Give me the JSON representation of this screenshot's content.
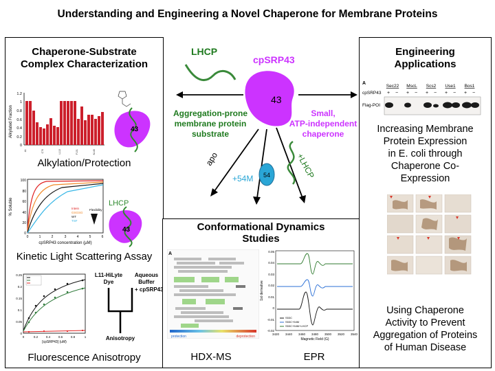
{
  "title": "Understanding and Engineering a Novel Chaperone for Membrane Proteins",
  "left_panel": {
    "title_line1": "Chaperone-Substrate",
    "title_line2": "Complex Characterization",
    "alkylation": {
      "caption": "Alkylation/Protection",
      "ylabel": "Alkylated Fraction",
      "protein_label": "43"
    },
    "kls": {
      "caption": "Kinetic Light Scattering Assay",
      "ylabel": "% Soluble",
      "xlabel": "cpSRP43 concentration (µM)",
      "legend": [
        "Intein",
        "GSGSG",
        "WT",
        "TSF"
      ],
      "flexibility_label": "Flexibility",
      "lhcp_label": "LHCP",
      "protein_label": "43"
    },
    "fa": {
      "caption": "Fluorescence Anisotropy",
      "xlabel": "[cpSRP43] (uM)",
      "dye_label_line1": "L11-HiLyte",
      "dye_label_line2": "Dye",
      "buffer_label_line1": "Aqueous",
      "buffer_label_line2": "Buffer",
      "add_label": "+ cpSRP43",
      "result_label": "Anisotropy"
    }
  },
  "center": {
    "lhcp_label": "LHCP",
    "cpsrp43_label": "cpSRP43",
    "protein_label": "43",
    "substrate_line1": "Aggregation-prone",
    "substrate_line2": "membrane protein",
    "substrate_line3": "substrate",
    "chaperone_line1": "Small,",
    "chaperone_line2": "ATP-independent",
    "chaperone_line3": "chaperone",
    "apo_label": "apo",
    "plus54m_label": "+54M",
    "cpsrp54_label": "54",
    "pluslhcp_label": "+LHCP"
  },
  "middle_panel": {
    "title_line1": "Conformational Dynamics",
    "title_line2": "Studies",
    "hdx_caption": "HDX-MS",
    "epr_caption": "EPR",
    "hdx_panel_letter": "A",
    "hdx_protection": "protection",
    "hdx_deprotection": "deprotection",
    "epr_ylabel": "1st derivative",
    "epr_xlabel": "Magnetic Field (G)",
    "epr_legend": [
      "S53C",
      "S53C+54M",
      "S53C+54M+LHCP"
    ],
    "epr_yticks": [
      "0.05",
      "0.04",
      "0.03",
      "0.02",
      "0.01",
      "0",
      "-0.01",
      "-0.02"
    ],
    "epr_xticks": [
      "3420",
      "3440",
      "3460",
      "3480",
      "3500",
      "3520",
      "3540"
    ]
  },
  "right_panel": {
    "title_line1": "Engineering",
    "title_line2": "Applications",
    "blot_panel_letter": "A",
    "blot_lanes": [
      "Sec22",
      "MscL",
      "Scs2",
      "Use1",
      "Bos1"
    ],
    "blot_row1_label": "cpSRP43",
    "blot_signs": [
      "+",
      "−",
      "+",
      "−",
      "+",
      "−",
      "+",
      "−",
      "+",
      "−"
    ],
    "blot_row2_label": "Flag-POI",
    "caption1_line1": "Increasing Membrane",
    "caption1_line2": "Protein Expression",
    "caption1_line3": "in E. coli through",
    "caption1_line4": "Chaperone Co-",
    "caption1_line5": "Expression",
    "caption2_line1": "Using Chaperone",
    "caption2_line2": "Activity to Prevent",
    "caption2_line3": "Aggregation of Proteins",
    "caption2_line4": "of Human Disease"
  },
  "colors": {
    "magenta": "#cc33ff",
    "green": "#2f8a2f",
    "cyan": "#2aa6d6",
    "bar_red": "#cc1f2b",
    "dark_green_text": "#1f7a1f"
  }
}
